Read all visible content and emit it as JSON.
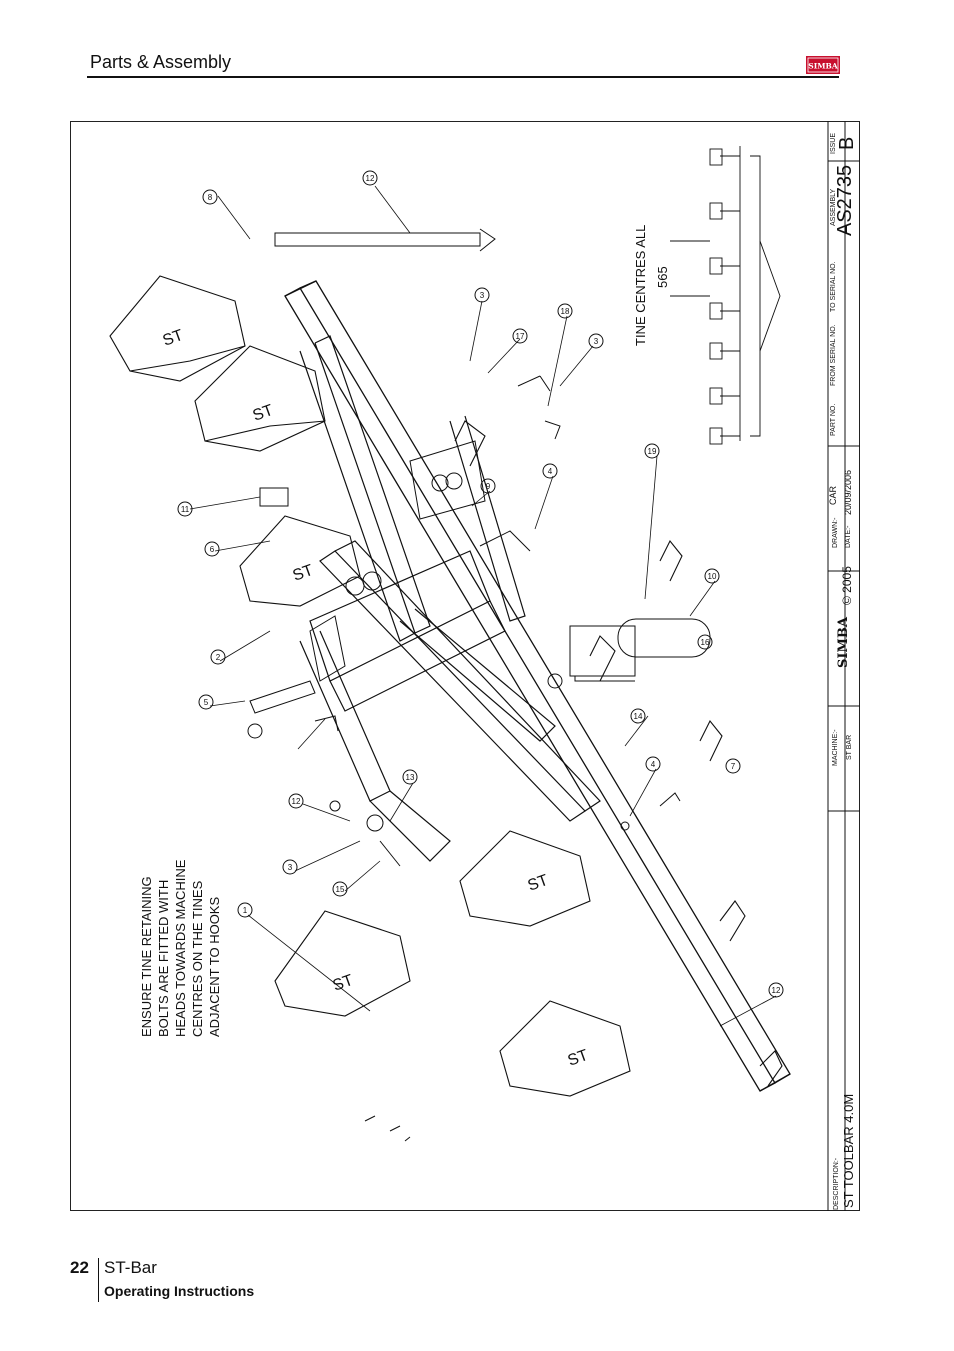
{
  "header": {
    "title": "Parts & Assembly",
    "logo_text": "SIMBA"
  },
  "footer": {
    "page_number": "22",
    "product": "ST-Bar",
    "subtitle": "Operating Instructions"
  },
  "drawing": {
    "note_lines": [
      "ENSURE TINE RETAINING",
      "BOLTS ARE FITTED WITH",
      "HEADS TOWARDS MACHINE",
      "CENTRES ON THE TINES",
      "ADJACENT TO HOOKS"
    ],
    "tine_centres_label": "TINE CENTRES ALL",
    "tine_centres_value": "565",
    "part_callouts": [
      "1",
      "2",
      "3",
      "3",
      "3",
      "4",
      "4",
      "5",
      "6",
      "7",
      "8",
      "9",
      "10",
      "11",
      "12",
      "12",
      "13",
      "14",
      "15",
      "16",
      "17",
      "18",
      "19"
    ],
    "tine_marking": "ST",
    "title_block": {
      "description_label": "DESCRIPTION:-",
      "description_value": "ST TOOLBAR 4.0M",
      "machine_label": "MACHINE:-",
      "machine_value": "ST BAR",
      "brand": "SIMBA",
      "copyright": "© 2005",
      "drawn_label": "DRAWN:-",
      "drawn_value": "CAR",
      "date_label": "DATE:-",
      "date_value": "20/09/2006",
      "part_no_label": "PART NO.",
      "from_serial_label": "FROM SERIAL NO.",
      "to_serial_label": "TO SERIAL NO.",
      "assembly_label": "ASSEMBLY",
      "assembly_value": "AS2735",
      "issue_label": "ISSUE",
      "issue_value": "B"
    }
  },
  "colors": {
    "ink": "#111111",
    "logo_red": "#c8102e"
  }
}
